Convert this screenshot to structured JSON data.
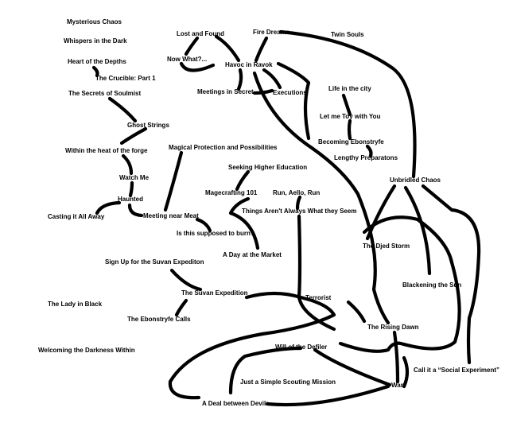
{
  "colors": {
    "background": "#ffffff",
    "ink": "#000000"
  },
  "nodes": {
    "mysterious_chaos": "Mysterious Chaos",
    "whispers_dark": "Whispers in the Dark",
    "heart_depths": "Heart of the Depths",
    "crucible": "The Crucible: Part 1",
    "secrets_soulmist": "The Secrets of Soulmist",
    "ghost_strings": "Ghost Strings",
    "heat_forge": "Within the heat of the forge",
    "watch_me": "Watch Me",
    "haunted": "Haunted",
    "casting_away": "Casting it All Away",
    "meeting_meat": "Meeting near Meat",
    "supposed_burn": "Is this supposed to burn?",
    "magical_protection": "Magical Protection and Possibilities",
    "lost_found": "Lost and Found",
    "now_what": "Now What?...",
    "fire_dreams": "Fire Dreams",
    "twin_souls": "Twin Souls",
    "havoc_ravok": "Havoc in Ravok",
    "meetings_secret": "Meetings in Secret",
    "executions": "Executions",
    "life_city": "Life in the city",
    "toy_with_you": "Let me Toy with You",
    "becoming_ebonstryfe": "Becoming Ebonstryfe",
    "lengthy_preparatons": "Lengthy Preparatons",
    "seeking_education": "Seeking Higher Education",
    "magecrafting": "Magecrafting 101",
    "run_aello": "Run, Aello, Run",
    "things_arent": "Things Aren't Always What they Seem",
    "unbridled_chaos": "Unbridled Chaos",
    "djed_storm": "The Djed Storm",
    "day_market": "A Day at the Market",
    "blackening_sun": "Blackening the Sun",
    "sign_up_suvan": "Sign Up for the Suvan Expediton",
    "suvan_expedition": "The Suvan Expedition",
    "lady_black": "The Lady in Black",
    "ebonstryfe_calls": "The Ebonstryfe Calls",
    "terrorist": "Terrorist",
    "rising_dawn": "The Rising Dawn",
    "welcoming_darkness": "Welcoming the Darkness Within",
    "will_defiler": "Will of the Defiler",
    "social_experiment": "Call it a “Social Experiment”",
    "scouting_mission": "Just a Simple Scouting Mission",
    "deal_devils": "A Deal between Devils",
    "war": "War"
  }
}
